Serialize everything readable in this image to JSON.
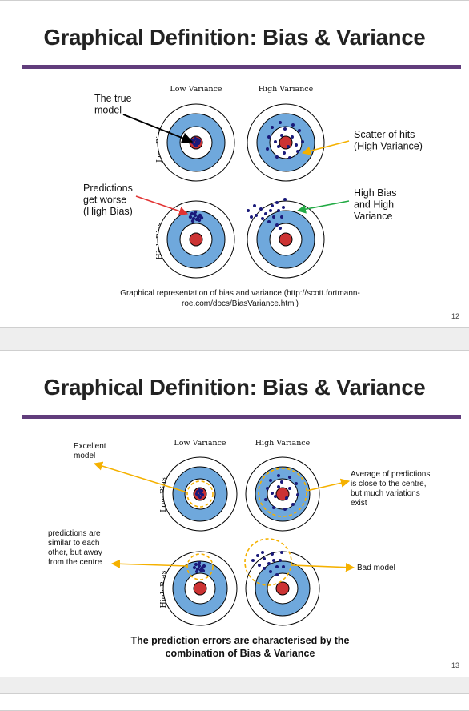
{
  "slides": [
    {
      "title": "Graphical Definition: Bias & Variance",
      "page_number": "12",
      "column_labels": [
        "Low Variance",
        "High Variance"
      ],
      "row_labels": [
        "Low Bias",
        "High Bias"
      ],
      "annotations": {
        "true_model": "The true\nmodel",
        "scatter": "Scatter of hits\n(High Variance)",
        "worse": "Predictions\nget worse\n(High Bias)",
        "high_both": "High Bias\nand High\nVariance"
      },
      "caption": "Graphical representation of bias and variance (http://scott.fortmann-roe.com/docs/BiasVariance.html)"
    },
    {
      "title": "Graphical Definition: Bias & Variance",
      "page_number": "13",
      "column_labels": [
        "Low Variance",
        "High Variance"
      ],
      "row_labels": [
        "Low Bias",
        "High Bias"
      ],
      "annotations": {
        "excellent": "Excellent\nmodel",
        "average": "Average of predictions\nis close to the centre,\nbut much variations\nexist",
        "similar": "predictions are\nsimilar to each\nother, but away\nfrom the centre",
        "bad": "Bad model"
      },
      "statement": "The prediction errors are characterised by the combination of Bias & Variance"
    }
  ],
  "colors": {
    "title_rule": "#613d7c",
    "ring_blue": "#6fa8dc",
    "bullseye_red": "#cc3333",
    "dots": "#1a1a7a",
    "arrow_black": "#000000",
    "arrow_orange": "#f5b100",
    "arrow_red": "#e23333",
    "arrow_green": "#22aa44",
    "dashed_circle": "#f5b100"
  }
}
